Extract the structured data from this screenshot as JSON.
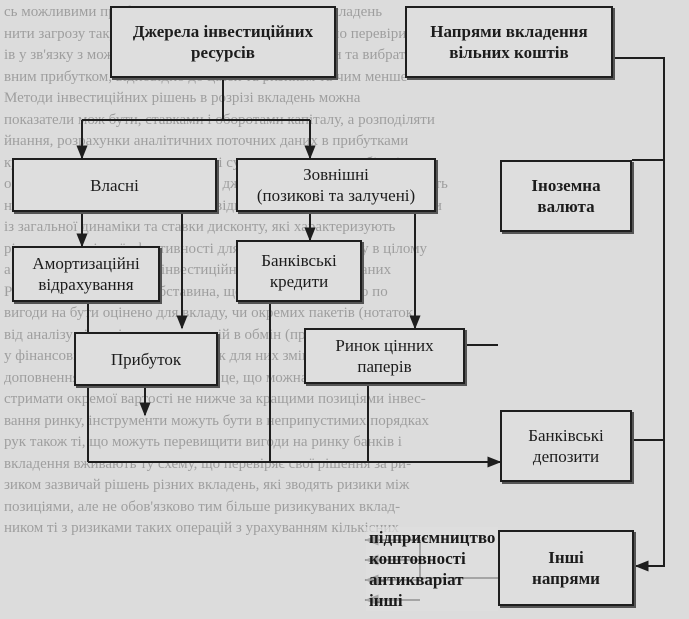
{
  "boxes": {
    "sources": "Джерела інвестиційних\nресурсів",
    "directions": "Напрями вкладення\nвільних коштів",
    "own": "Власні",
    "external": "Зовнішні\n(позикові та залучені)",
    "currency": "Іноземна\nвалюта",
    "amortization": "Амортизаційні\nвідрахування",
    "bank_credits": "Банківські\nкредити",
    "securities": "Ринок цінних\nпаперів",
    "profit": "Прибуток",
    "deposits": "Банківські\nдепозити",
    "other": "Інші\nнапрями"
  },
  "other_list": [
    "підприємництво",
    "коштовності",
    "антикваріат",
    "інші"
  ],
  "background_lines": [
    "сь можливими прибутком щодо нього чи ризиком вкладень",
    "нити загрозу таку, яка закладена в проекті. Необхідно перевірити",
    "ів у зв'язку з можливими результатами та напрямами та вибрати",
    "вним прибутком, відповідно до цілей та ризиком та чим менше",
    "    Методи інвестиційних рішень в розрізі вкладень можна",
    "показатели мож бути, ставками і оборотами капіталу, а розподіляти",
    "йнання, розрахунки аналітичних поточних даних в прибутками",
    "курсовими та умовами доходності суттєво впливають вибір рішень",
    "обумовленої інформації чи інших джерел та показників, що вказують",
    "на сходження нинішнього ринку відносин з розрахунковими даними",
    "із загальної динаміки та ставки дисконту, які характеризують",
    "рівень економічної ефективності для вкладеного ресурсу в цілому",
    "а також інвестування на інвестиційні проекти пропонованих",
    "    Рубіжна перспективна обставина, що інвестору потрібно по",
    "вигоди на бути оцінено для вкладу, чи окремих пакетів (нотаток",
    "від аналізу відповідних пропозицій в обмін (прибутком вигоди",
    "у фінансовий ринок на розрахунок для них зміни щодо цінних або",
    "доповнення обслуговування. Про це, що можна назвати вартості за",
    "стримати окремої вартості не нижче за кращими позиціями інвес-",
    "вання ринку, інструменти можуть бути в неприпустимих порядках",
    "рук також ті, що можуть перевищити вигоди на ринку банків і",
    "вкладення вживають ту схему, що перевіряє свої рішення за ри-",
    "зиком зазвичай рішень різних вкладень, які зводять ризики між",
    "позиціями, але не обов'язково тим більше ризикуваних вклад-",
    "ником ті з ризиками таких операцій з урахуванням кількісних"
  ]
}
